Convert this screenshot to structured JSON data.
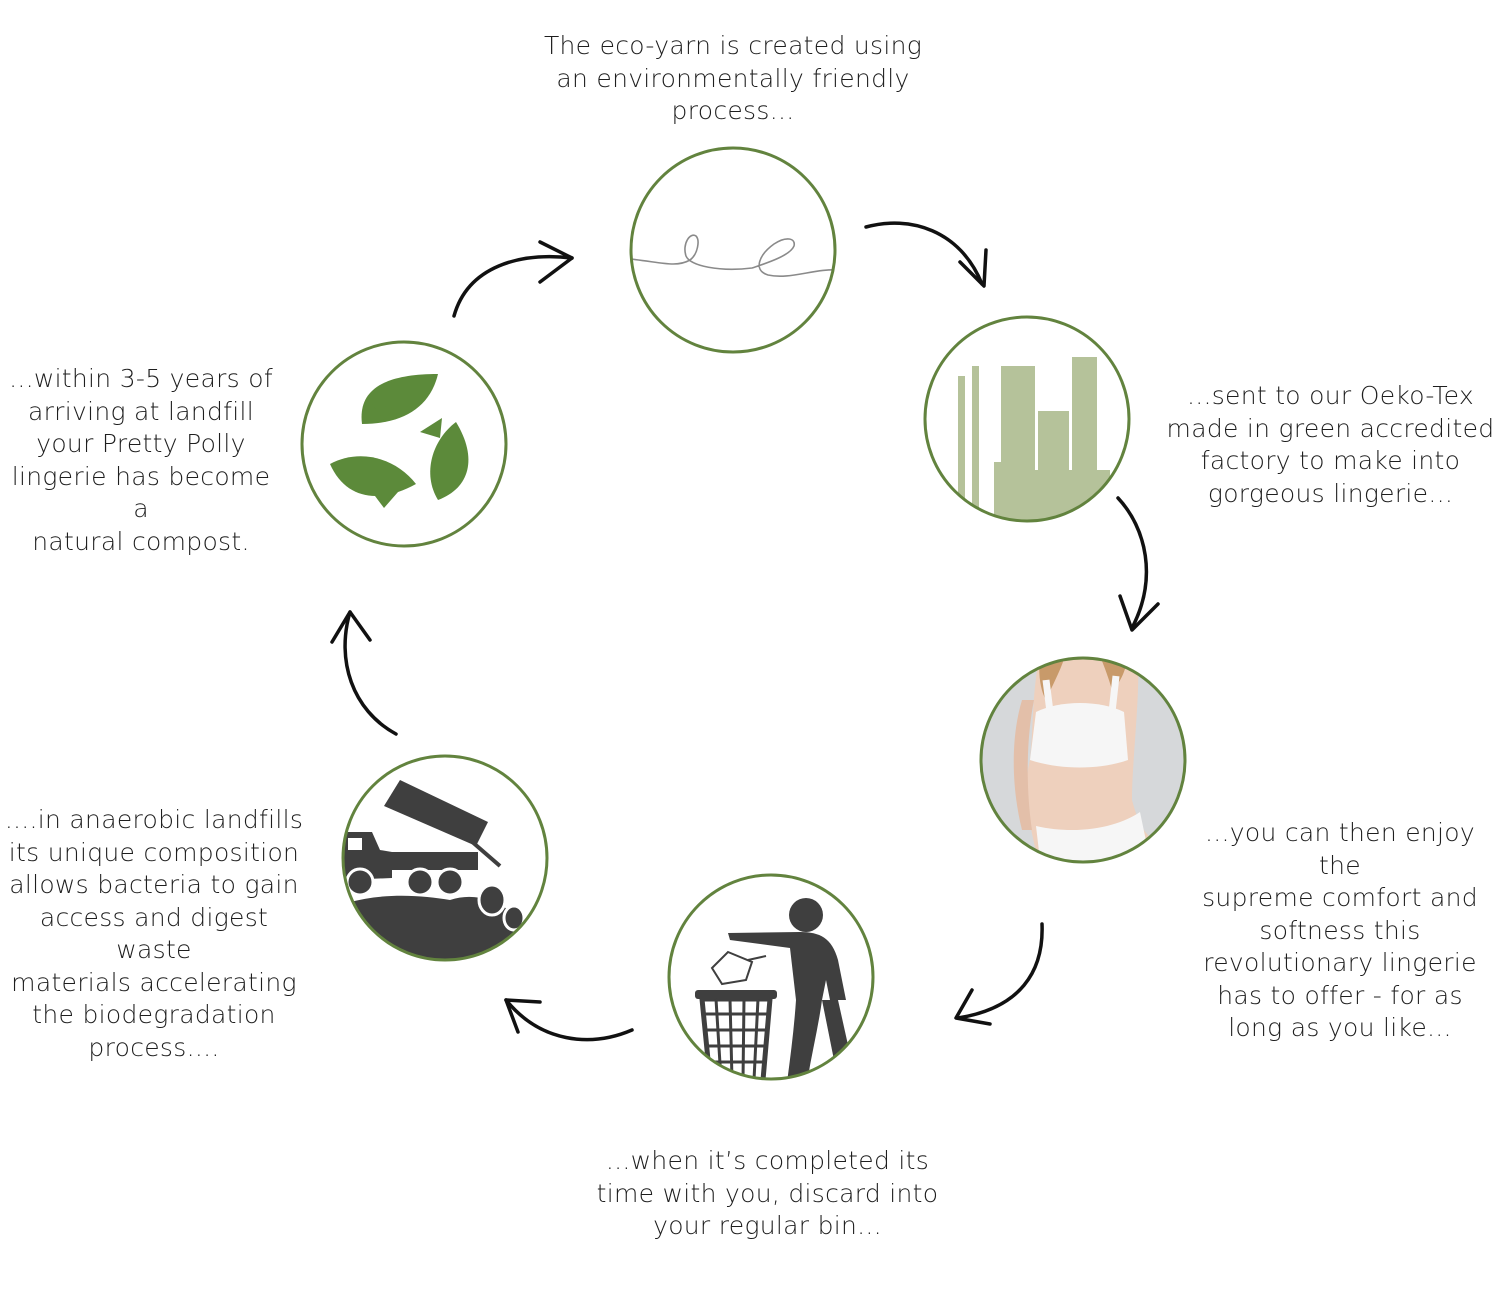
{
  "steps": [
    {
      "id": "yarn",
      "icon": "yarn-thread-icon",
      "caption": "The eco-yarn is created using\nan environmentally friendly\nprocess..."
    },
    {
      "id": "factory",
      "icon": "factory-buildings-icon",
      "caption": "...sent to our Oeko-Tex\nmade in green accredited\nfactory to make into\ngorgeous lingerie..."
    },
    {
      "id": "wear",
      "icon": "lingerie-photo-icon",
      "caption": "...you can then enjoy the\nsupreme comfort and\nsoftness this\nrevolutionary lingerie\nhas to offer - for as\nlong as you like..."
    },
    {
      "id": "bin",
      "icon": "discard-in-bin-icon",
      "caption": "...when it’s completed its\ntime with you, discard into\nyour regular bin..."
    },
    {
      "id": "landfill",
      "icon": "dump-truck-landfill-icon",
      "caption": "....in anaerobic landfills\nits unique composition\nallows bacteria to gain\naccess and digest waste\nmaterials accelerating\nthe biodegradation\nprocess...."
    },
    {
      "id": "compost",
      "icon": "recycle-leaves-icon",
      "caption": "...within 3-5 years of\narriving at landfill\nyour Pretty Polly\nlingerie has become a\nnatural compost."
    }
  ],
  "colors": {
    "circle_stroke": "#62833e",
    "leaf_green": "#5c8a3a",
    "factory_green": "#b5c29a",
    "icon_dark": "#3f3f3f",
    "arrow": "#111111",
    "text": "#1e1e1e"
  }
}
